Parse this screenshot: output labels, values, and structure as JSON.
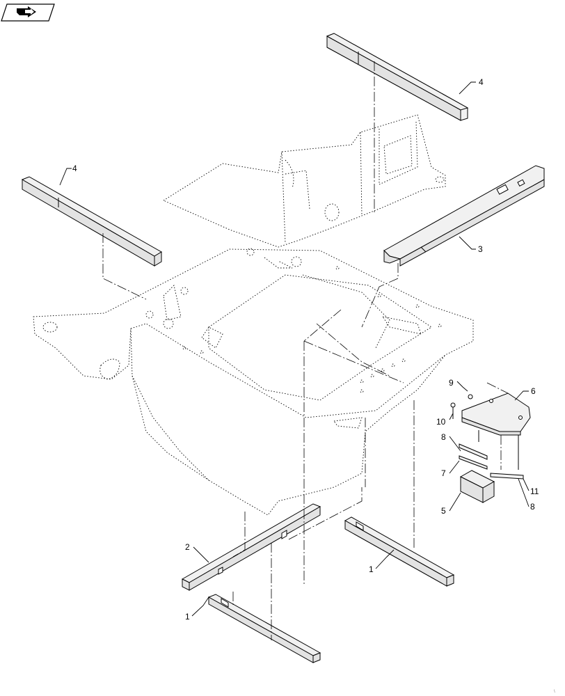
{
  "nav_badge": {
    "icon": "arrow-right-icon"
  },
  "callouts": [
    {
      "id": "c4a",
      "label": "4"
    },
    {
      "id": "c4b",
      "label": "4"
    },
    {
      "id": "c3",
      "label": "3"
    },
    {
      "id": "c6",
      "label": "6"
    },
    {
      "id": "c9",
      "label": "9"
    },
    {
      "id": "c10",
      "label": "10"
    },
    {
      "id": "c8a",
      "label": "8"
    },
    {
      "id": "c7",
      "label": "7"
    },
    {
      "id": "c11",
      "label": "11"
    },
    {
      "id": "c8b",
      "label": "8"
    },
    {
      "id": "c5",
      "label": "5"
    },
    {
      "id": "c2",
      "label": "2"
    },
    {
      "id": "c1a",
      "label": "1"
    },
    {
      "id": "c1b",
      "label": "1"
    }
  ]
}
